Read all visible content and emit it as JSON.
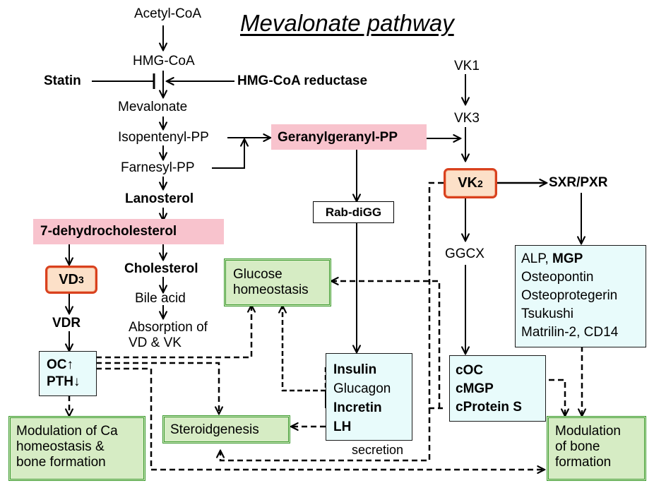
{
  "title": "Mevalonate pathway",
  "left_pathway": {
    "acetyl_coa": "Acetyl-CoA",
    "hmg_coa": "HMG-CoA",
    "statin": "Statin",
    "hmg_coa_reductase": "HMG-CoA reductase",
    "mevalonate": "Mevalonate",
    "isopentenyl_pp": "Isopentenyl-PP",
    "farnesyl_pp": "Farnesyl-PP",
    "lanosterol": "Lanosterol",
    "dehydrocholesterol": "7-dehydrocholesterol",
    "cholesterol": "Cholesterol",
    "bile_acid": "Bile acid",
    "absorption_line1": "Absorption of",
    "absorption_line2": "VD & VK"
  },
  "vd": {
    "vd3_base": "VD",
    "vd3_sub": "3",
    "vdr": "VDR",
    "oc": "OC↑",
    "pth": "PTH↓",
    "modulation_ca_line1": "Modulation of Ca",
    "modulation_ca_line2": "homeostasis &",
    "modulation_ca_line3": "bone formation"
  },
  "middle": {
    "geranylgeranyl_pp": "Geranylgeranyl-PP",
    "rab_digg": "Rab-diGG",
    "glucose_line1": "Glucose",
    "glucose_line2": "homeostasis",
    "steroidgenesis": "Steroidgenesis",
    "secretion_box": {
      "insulin": "Insulin",
      "glucagon": "Glucagon",
      "incretin": "Incretin",
      "lh": "LH"
    },
    "secretion": "secretion"
  },
  "vk": {
    "vk1": "VK1",
    "vk3": "VK3",
    "vk2_base": "VK",
    "vk2_sub": "2",
    "sxr_pxr": "SXR/PXR",
    "ggcx": "GGCX",
    "coc": "cOC",
    "cmgp": "cMGP",
    "cprotein_s": "cProtein S",
    "targets": {
      "alp": "ALP, ",
      "mgp": "MGP",
      "osteopontin": "Osteopontin",
      "osteoprotegerin": "Osteoprotegerin",
      "tsukushi": "Tsukushi",
      "matrilin": "Matrilin-2, CD14"
    },
    "modulation_bone_line1": "Modulation",
    "modulation_bone_line2": "of bone",
    "modulation_bone_line3": "formation"
  },
  "colors": {
    "pink": "#f8c3cd",
    "vk_box_border": "#d9411e",
    "vk_box_fill": "#fce0c8",
    "cyan_box": "#e8fbfb",
    "green_box": "#d6ecc4",
    "green_border": "#3c9a2f"
  }
}
